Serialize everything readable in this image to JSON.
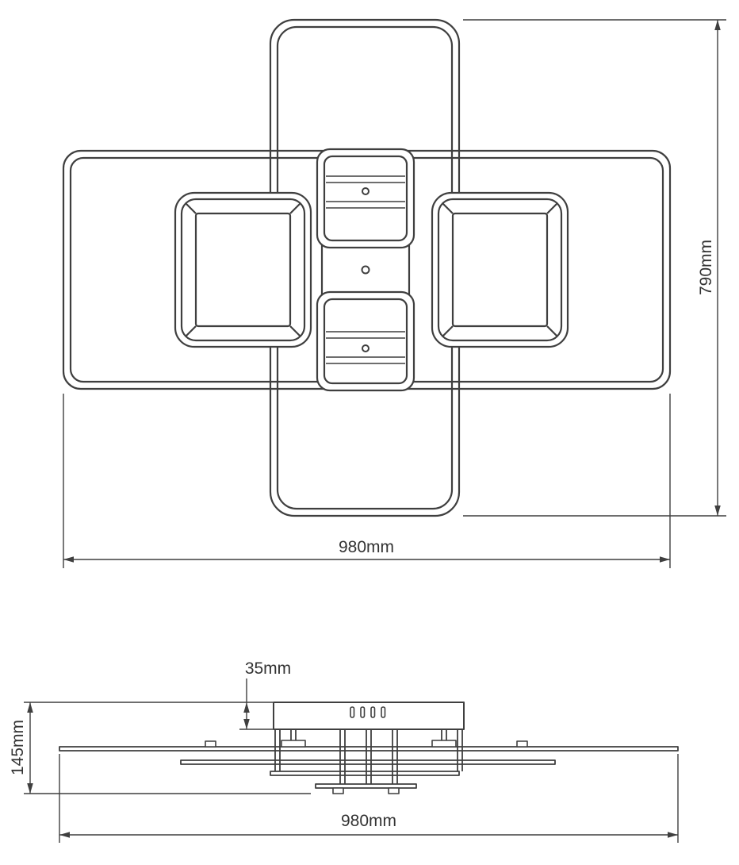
{
  "drawing": {
    "top_view": {
      "height_label": "790mm",
      "width_label": "980mm"
    },
    "side_view": {
      "canopy_height_label": "35mm",
      "total_height_label": "145mm",
      "width_label": "980mm"
    }
  },
  "colors": {
    "line": "#3f3f3f",
    "text": "#333333",
    "background": "#ffffff"
  }
}
